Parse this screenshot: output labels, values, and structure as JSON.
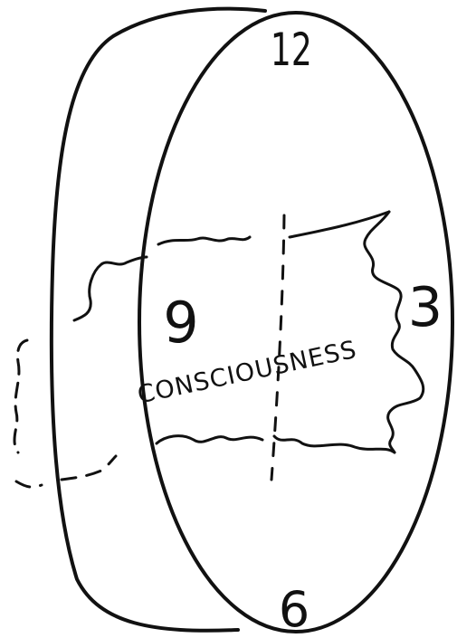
{
  "clock": {
    "hour_12": "12",
    "hour_3": "3",
    "hour_6": "6",
    "hour_9": "9"
  },
  "center_label": "CONSCIOUSNESS"
}
